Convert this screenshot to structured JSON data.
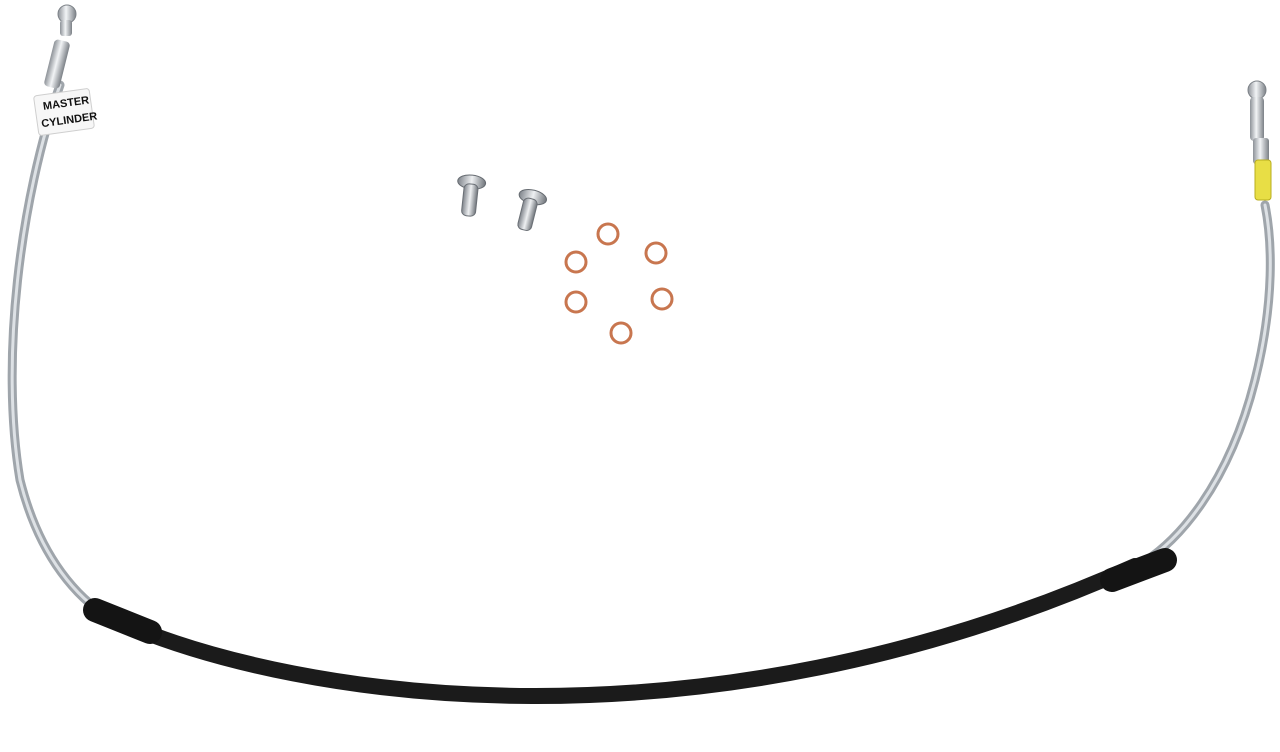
{
  "product_photo": {
    "label_tag": {
      "line1": "MASTER",
      "line2": "CYLINDER"
    },
    "colors": {
      "background": "#ffffff",
      "braided_line": "#b7bcc2",
      "sleeve": "#1b1b1b",
      "chrome": "#cfd3d8",
      "crush_washer": "#c8764f",
      "yellow_band": "#e8de45"
    },
    "banjo_bolt_count": 2,
    "crush_washer_count": 6
  }
}
